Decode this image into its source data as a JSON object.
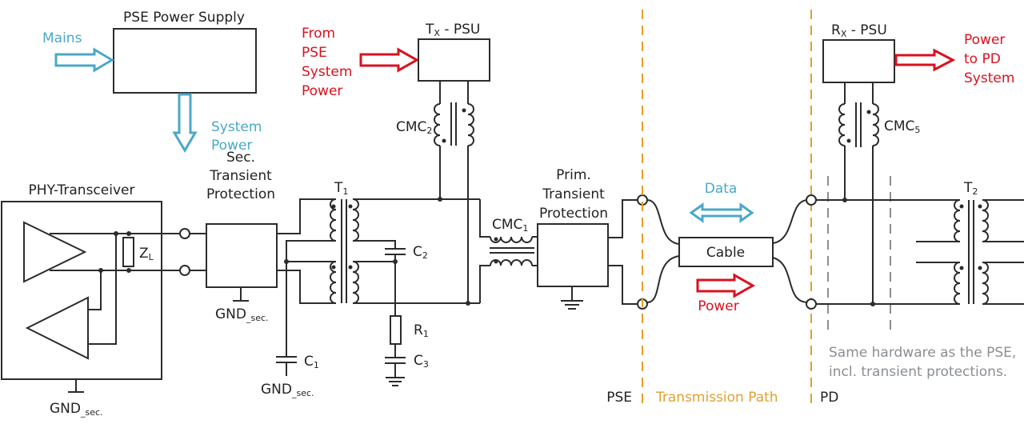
{
  "diagram": {
    "title": "PoDL PSE to PD power and data schematic",
    "colors": {
      "line": "#2b2b2b",
      "data_blue": "#4aa8c8",
      "power_red": "#d8121f",
      "boundary_orange": "#e0a030",
      "note_grey": "#8a8f94"
    },
    "blocks": {
      "pse_power_supply": "PSE Power Supply",
      "tx_psu": {
        "main": "T",
        "sub": "X",
        "rest": " - PSU"
      },
      "rx_psu": {
        "main": "R",
        "sub": "X",
        "rest": " - PSU"
      },
      "phy_transceiver": "PHY-Transceiver",
      "sec_transient": [
        "Sec.",
        "Transient",
        "Protection"
      ],
      "prim_transient": [
        "Prim.",
        "Transient",
        "Protection"
      ],
      "cable": "Cable"
    },
    "arrows": {
      "mains": "Mains",
      "system_power": [
        "System",
        "Power"
      ],
      "from_pse": [
        "From",
        "PSE",
        "System",
        "Power"
      ],
      "power_to_pd": [
        "Power",
        "to PD",
        "System"
      ],
      "data": "Data",
      "power": "Power"
    },
    "components": {
      "zl": {
        "main": "Z",
        "sub": "L"
      },
      "t1": {
        "main": "T",
        "sub": "1"
      },
      "t2": {
        "main": "T",
        "sub": "2"
      },
      "cmc1": {
        "main": "CMC",
        "sub": "1"
      },
      "cmc2": {
        "main": "CMC",
        "sub": "2"
      },
      "cmc5": {
        "main": "CMC",
        "sub": "5"
      },
      "c1": {
        "main": "C",
        "sub": "1"
      },
      "c2": {
        "main": "C",
        "sub": "2"
      },
      "c3": {
        "main": "C",
        "sub": "3"
      },
      "r1": {
        "main": "R",
        "sub": "1"
      }
    },
    "grounds": {
      "gnd_main": "GND",
      "gnd_sub": "_sec."
    },
    "sections": {
      "pse": "PSE",
      "transmission_path": "Transmission Path",
      "pd": "PD"
    },
    "note": [
      "Same hardware as the PSE,",
      "incl. transient protections."
    ]
  }
}
